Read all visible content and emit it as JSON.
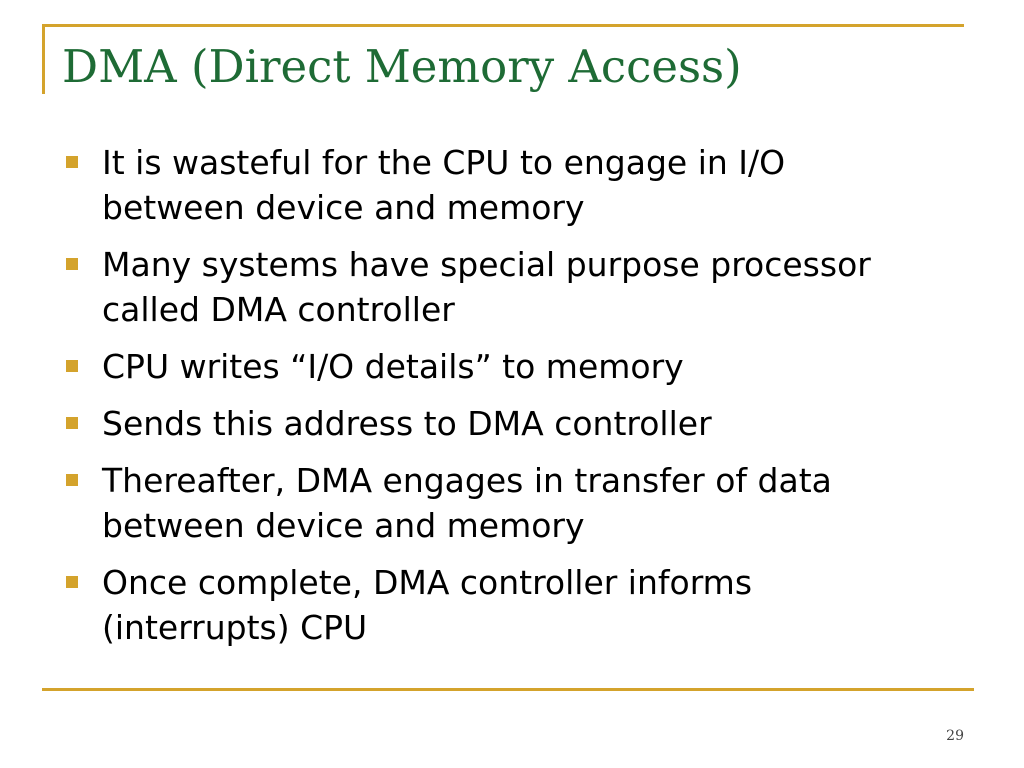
{
  "slide": {
    "title": "DMA (Direct Memory Access)",
    "bullets": [
      "It is wasteful for the CPU to engage in I/O between device and memory",
      "Many systems have special purpose processor called DMA controller",
      "CPU writes “I/O details” to memory",
      "Sends this address to DMA controller",
      "Thereafter, DMA engages in transfer of data between device and memory",
      "Once complete, DMA controller informs (interrupts) CPU"
    ],
    "page_number": "29"
  },
  "colors": {
    "title": "#1e6b35",
    "accent": "#d4a32c",
    "text": "#000000"
  }
}
